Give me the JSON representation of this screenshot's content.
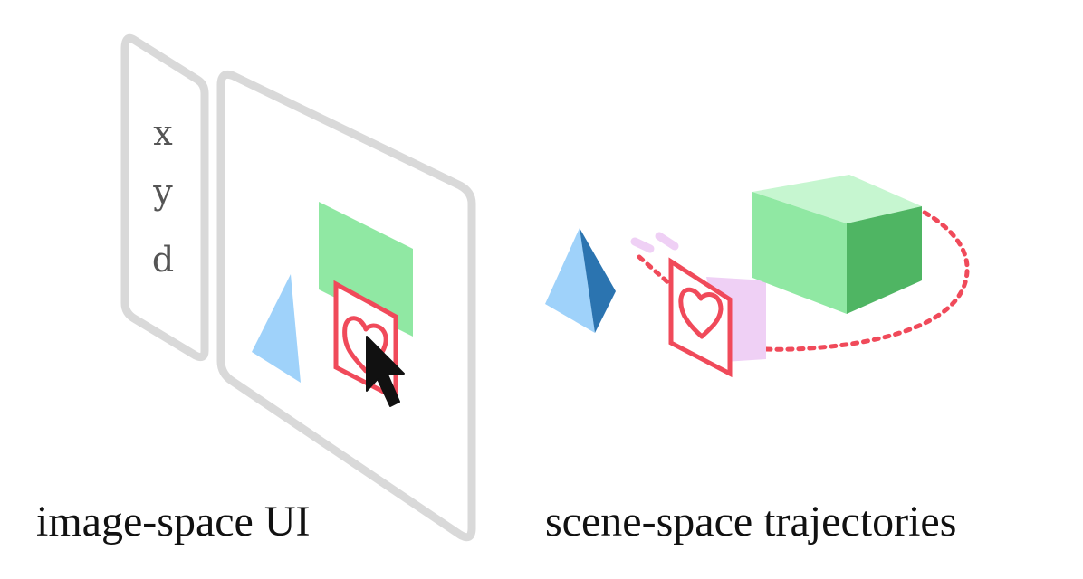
{
  "panels": {
    "depth_panel": {
      "labels": [
        "x",
        "y",
        "d"
      ]
    },
    "left_caption": "image-space UI",
    "right_caption": "scene-space trajectories"
  },
  "colors": {
    "frame_gray": "#d9d9d9",
    "tetrahedron_light": "#9fd2fa",
    "tetrahedron_dark": "#2b74b0",
    "box_front": "#90e8a3",
    "box_top": "#c6f6d0",
    "box_side": "#4fb563",
    "heart_red": "#f04a5a",
    "lilac": "#efd0f5",
    "cursor_black": "#111111"
  },
  "icons": {
    "cursor": "mouse-pointer-icon",
    "heart": "heart-icon"
  }
}
